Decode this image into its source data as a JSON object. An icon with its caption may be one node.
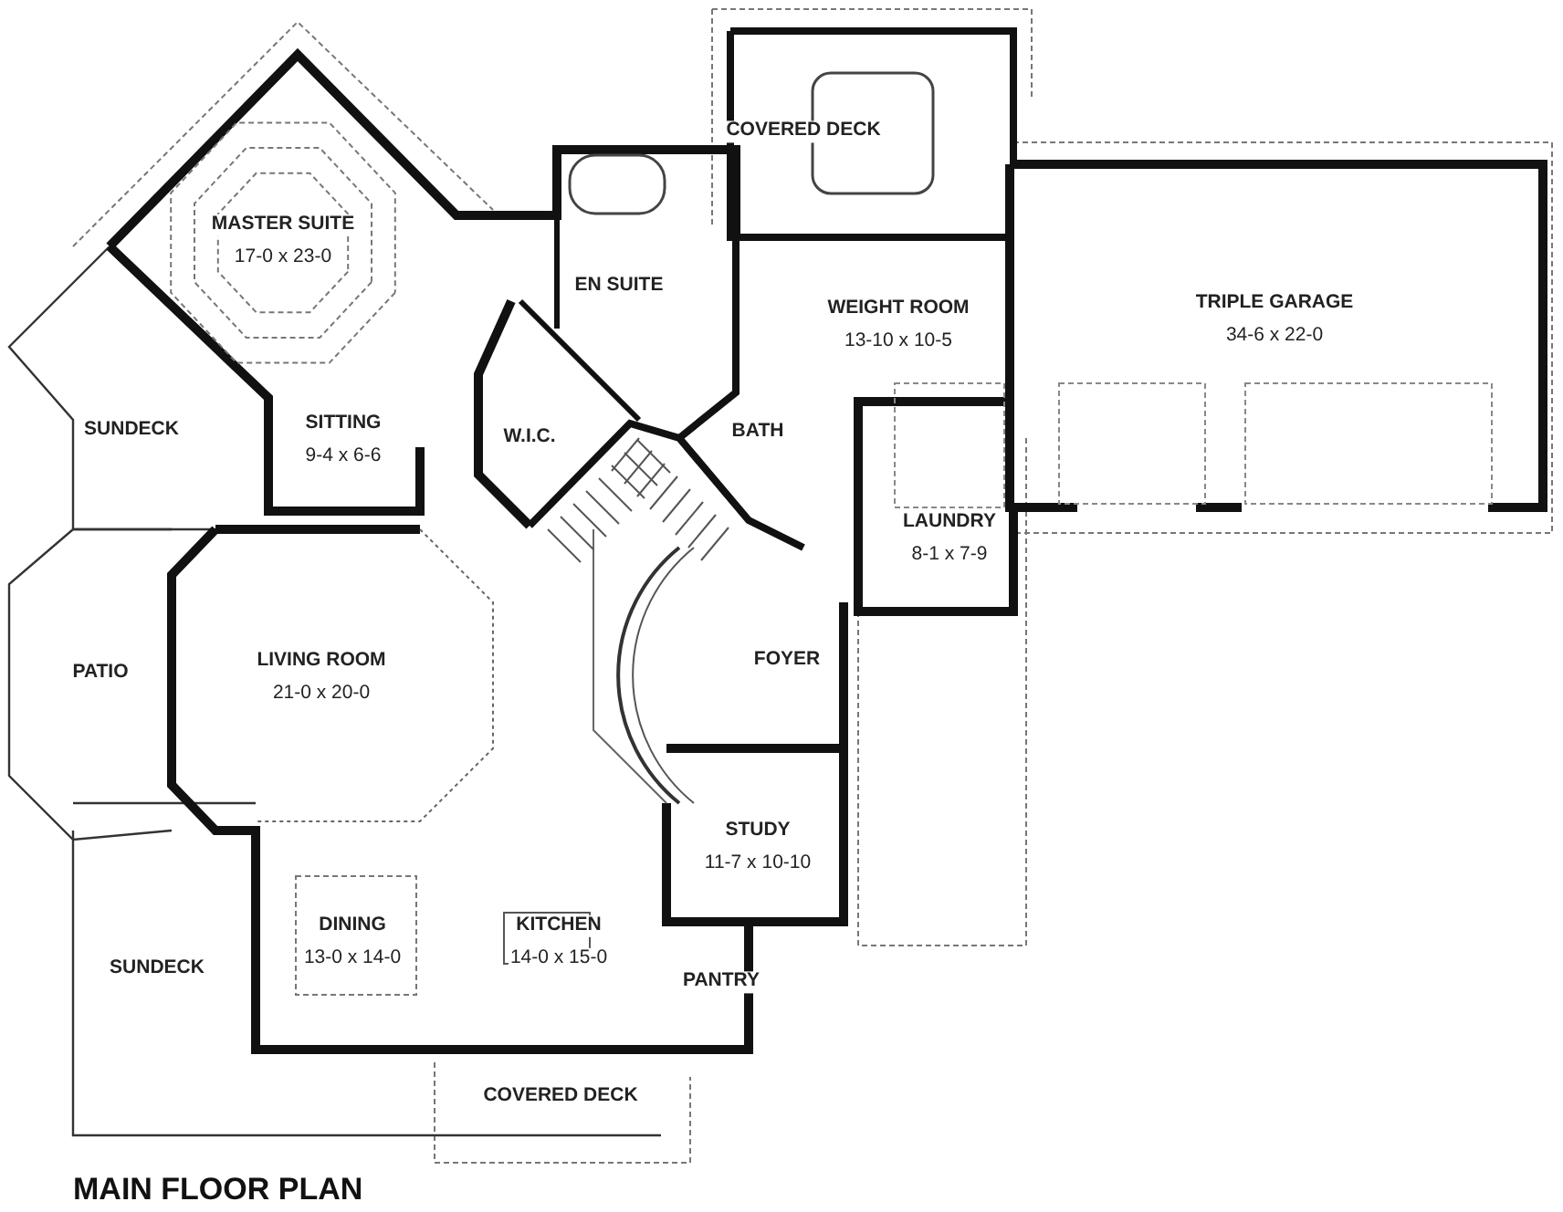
{
  "diagram": {
    "title": "MAIN FLOOR PLAN",
    "nodes": [
      {
        "text": [
          "COVERED DECK"
        ]
      },
      {
        "text": [
          "MASTER SUITE",
          "17-0 x 23-0"
        ]
      },
      {
        "text": [
          "EN SUITE"
        ]
      },
      {
        "text": [
          "WEIGHT ROOM",
          "13-10 x 10-5"
        ]
      },
      {
        "text": [
          "TRIPLE GARAGE",
          "34-6 x 22-0"
        ]
      },
      {
        "text": [
          "SUNDECK"
        ]
      },
      {
        "text": [
          "SITTING",
          "9-4 x 6-6"
        ]
      },
      {
        "text": [
          "W.I.C."
        ]
      },
      {
        "text": [
          "BATH"
        ]
      },
      {
        "text": [
          "LAUNDRY",
          "8-1 x 7-9"
        ]
      },
      {
        "text": [
          "PATIO"
        ]
      },
      {
        "text": [
          "LIVING ROOM",
          "21-0 x 20-0"
        ]
      },
      {
        "text": [
          "FOYER"
        ]
      },
      {
        "text": [
          "STUDY",
          "11-7 x 10-10"
        ]
      },
      {
        "text": [
          "SUNDECK"
        ]
      },
      {
        "text": [
          "DINING",
          "13-0 x 14-0"
        ]
      },
      {
        "text": [
          "KITCHEN",
          "14-0 x 15-0"
        ]
      },
      {
        "text": [
          "PANTRY"
        ]
      },
      {
        "text": [
          "COVERED DECK"
        ]
      }
    ]
  }
}
